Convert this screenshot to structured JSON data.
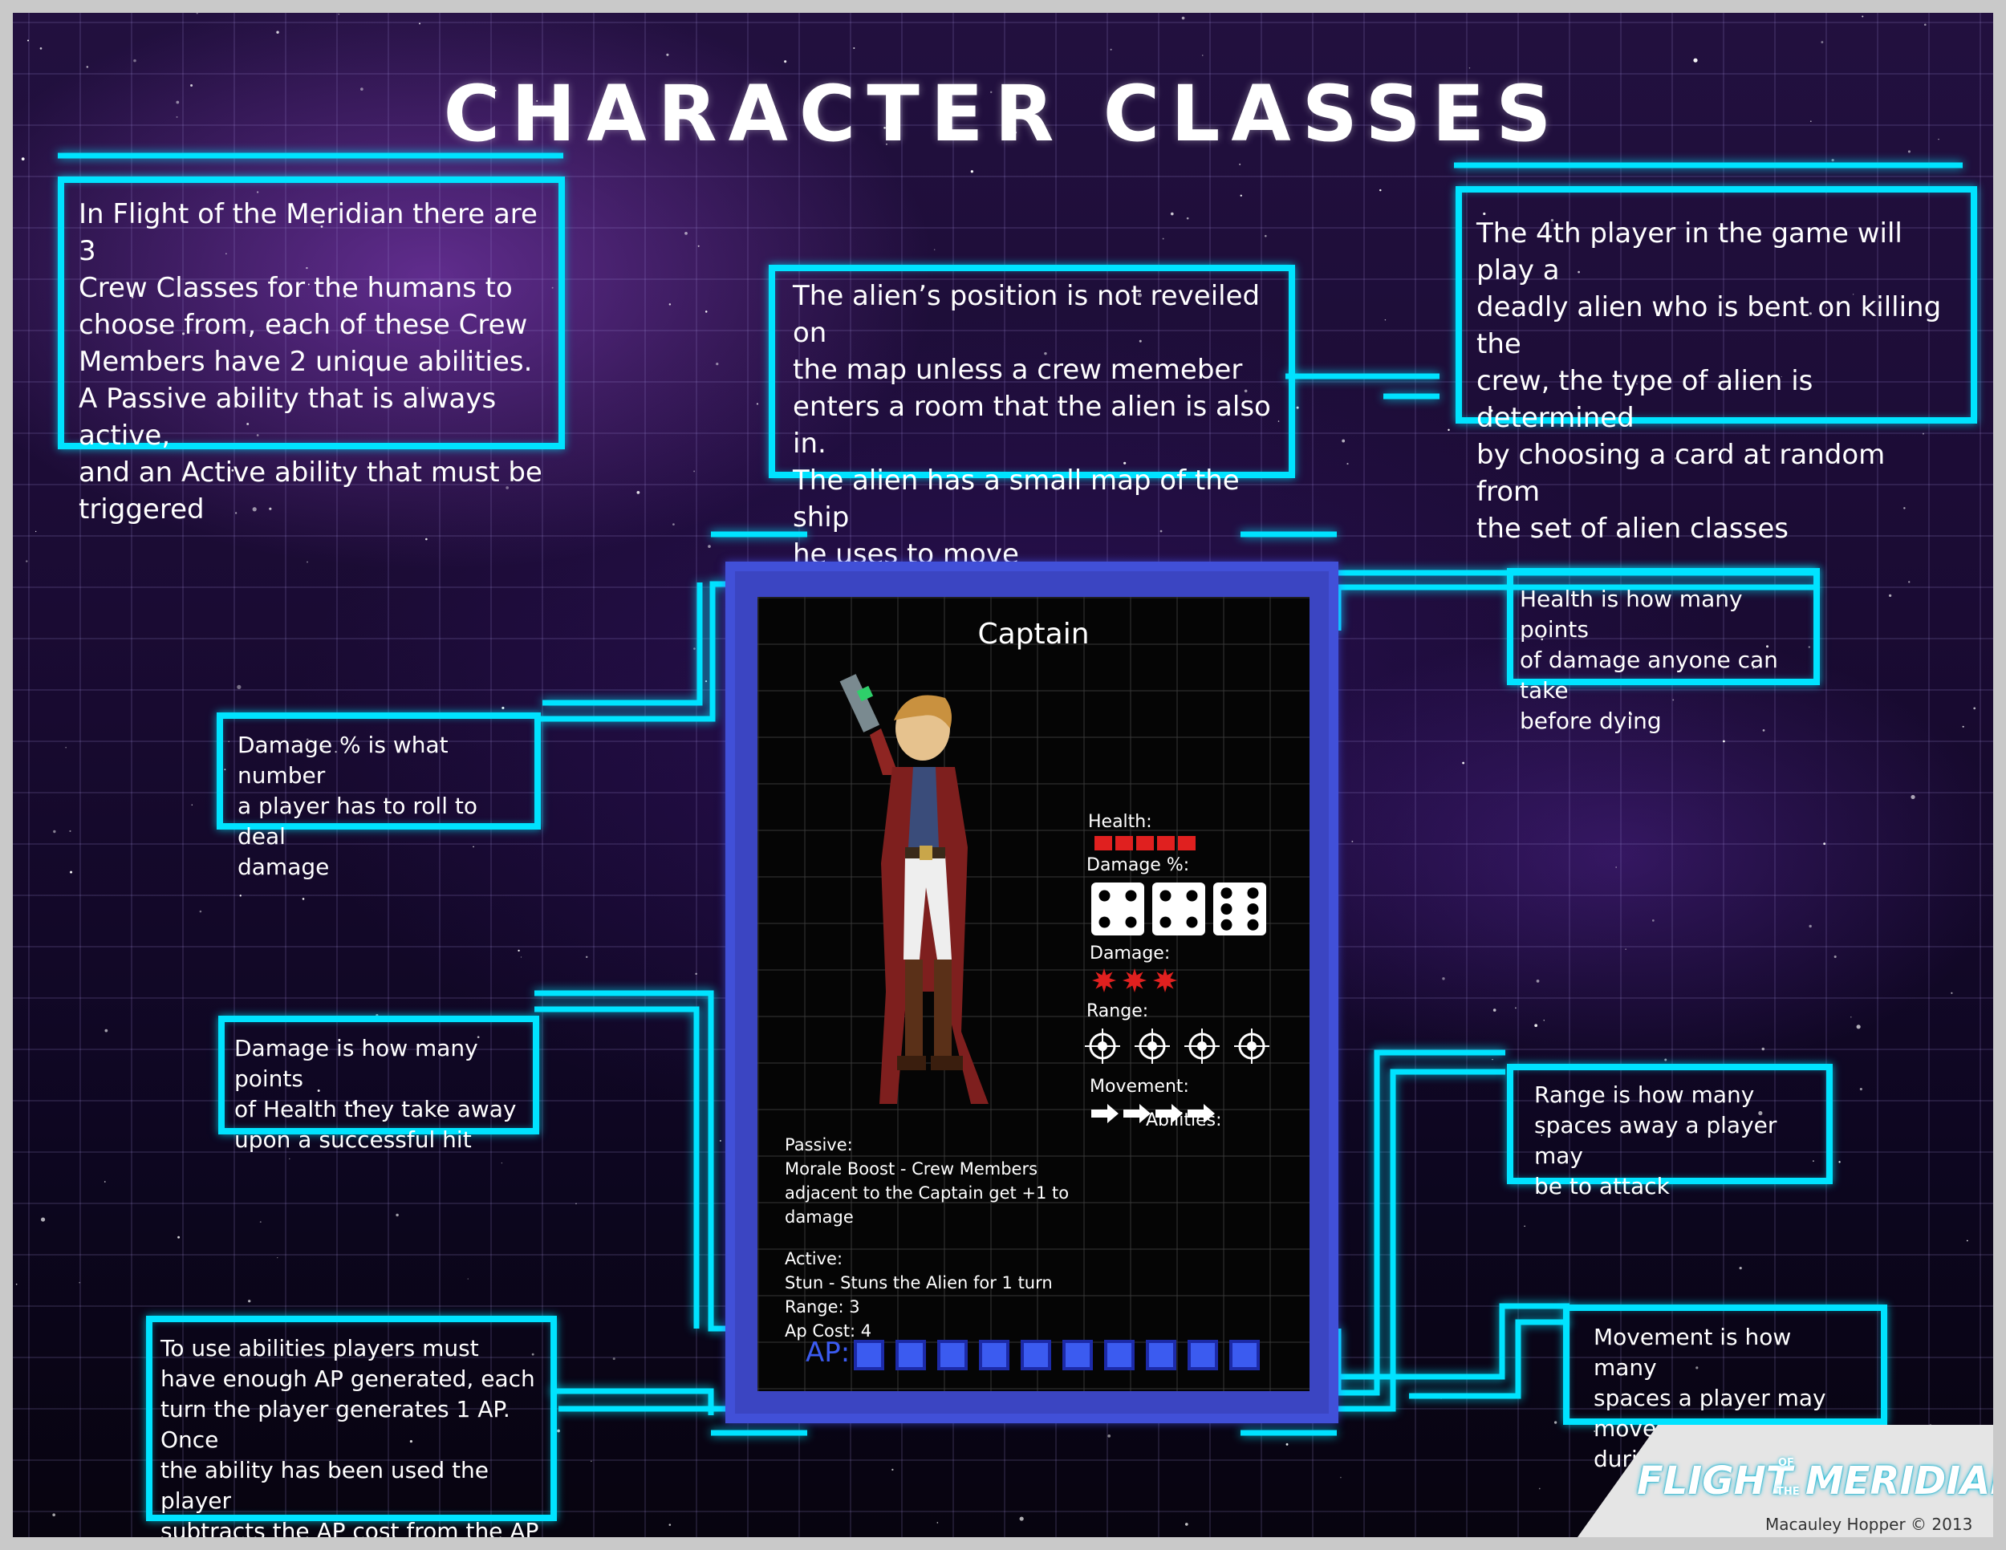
{
  "title": "CHARACTER CLASSES",
  "colors": {
    "accent": "#00e3ff",
    "card_border": "#4150d8",
    "health": "#e0201f",
    "ap": "#3b5bf0"
  },
  "boxes": {
    "intro": "In Flight of the Meridian there are 3\nCrew Classes for the humans to\nchoose from, each of these Crew\nMembers have 2 unique abilities.\nA Passive ability that is always active,\nand an Active ability that must be\ntriggered",
    "alien_position": "The alien’s position is not reveiled on\nthe map unless a crew memeber\nenters a room that the alien is also in.\nThe alien has a small map of the ship\nhe uses to move",
    "fourth_player": "The 4th player in the game will play a\ndeadly alien who is bent on killing the\ncrew, the type of alien is determined\nby choosing a card at random from\nthe set of alien classes",
    "health": "Health is how many points\nof damage anyone can take\nbefore dying",
    "damage_pct": "Damage % is what number\na player has to roll to deal\ndamage",
    "damage": "Damage is how many points\nof Health they take away\nupon a successful hit",
    "range": "Range is how many\nspaces away a player may\nbe to attack",
    "movement": "Movement is how many\nspaces a player may move\nduring 1 Action",
    "ap": "To use abilities players must\nhave enough AP generated, each\nturn the player generates 1 AP. Once\nthe ability has been used the player\nsubtracts the AP cost from the AP\ngenerated"
  },
  "card": {
    "name": "Captain",
    "labels": {
      "health": "Health:",
      "damage_pct": "Damage %:",
      "damage": "Damage:",
      "range": "Range:",
      "movement": "Movement:",
      "abilities": "Abilities:",
      "ap": "AP:"
    },
    "health_points": 5,
    "damage_dice": [
      4,
      4,
      6
    ],
    "damage_points": 3,
    "range_points": 4,
    "movement_points": 4,
    "ap_slots": 10,
    "passive": "Passive:\nMorale Boost - Crew Members\nadjacent to the Captain get +1 to\ndamage",
    "active": "Active:\nStun - Stuns the Alien for 1 turn\nRange: 3\nAp Cost: 4"
  },
  "logo": {
    "line1": "FLIGHT",
    "of": "OF",
    "the": "THE",
    "line2": "MERIDIAN"
  },
  "credit": "Macauley Hopper © 2013"
}
